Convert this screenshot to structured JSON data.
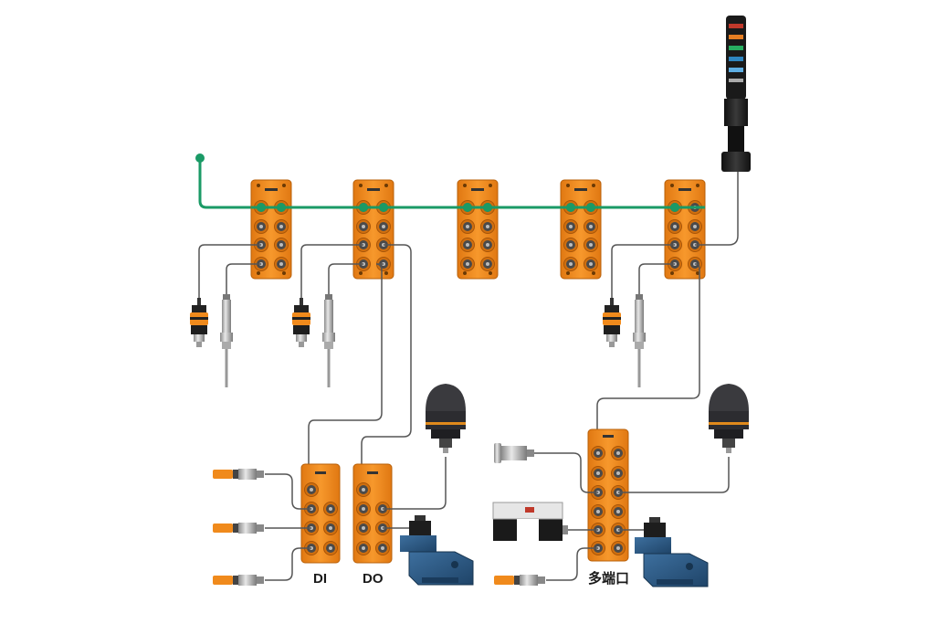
{
  "labels": {
    "di": "DI",
    "do": "DO",
    "multiport": "多端口"
  },
  "colors": {
    "module_orange": "#f08a1c",
    "module_dark": "#c96a0a",
    "bus_green": "#1a9a66",
    "cable_gray": "#555555",
    "valve_blue": "#2c5a86",
    "stack_black": "#1a1a1a"
  },
  "legend": {
    "icons": [
      "io-link-master-module",
      "pressure-sensor",
      "temperature-sensor",
      "signal-tower-light",
      "signal-beacon",
      "inductive-sensor",
      "fork-light-barrier",
      "solenoid-valve",
      "io-link-hub"
    ]
  }
}
